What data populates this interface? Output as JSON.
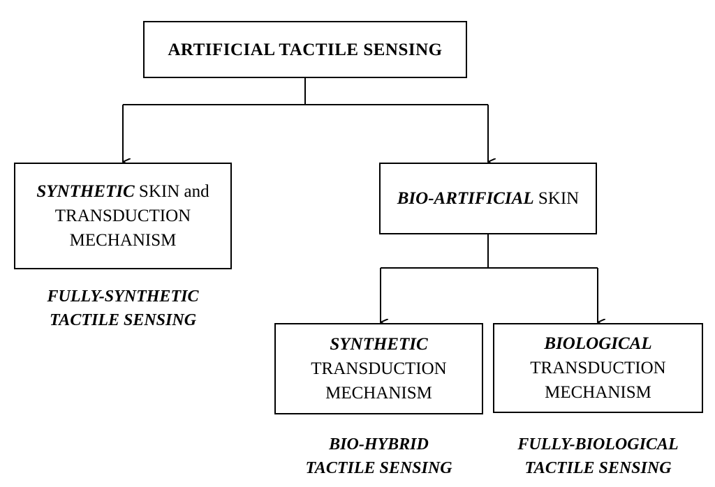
{
  "root": {
    "label": "ARTIFICIAL  TACTILE  SENSING"
  },
  "synthetic_skin": {
    "emphasis": "SYNTHETIC",
    "line1_rest": " SKIN and",
    "line2": "TRANSDUCTION",
    "line3": "MECHANISM",
    "outcome_line1": "FULLY-SYNTHETIC",
    "outcome_line2": "TACTILE SENSING"
  },
  "bio_artificial_skin": {
    "emphasis": "BIO-ARTIFICIAL",
    "rest": " SKIN"
  },
  "synthetic_transduction": {
    "emphasis": "SYNTHETIC",
    "line2": "TRANSDUCTION",
    "line3": "MECHANISM",
    "outcome_line1": "BIO-HYBRID",
    "outcome_line2": "TACTILE SENSING"
  },
  "biological_transduction": {
    "emphasis": "BIOLOGICAL",
    "line2": "TRANSDUCTION",
    "line3": "MECHANISM",
    "outcome_line1": "FULLY-BIOLOGICAL",
    "outcome_line2": "TACTILE SENSING"
  },
  "colors": {
    "stroke": "#000000",
    "background": "#ffffff"
  }
}
